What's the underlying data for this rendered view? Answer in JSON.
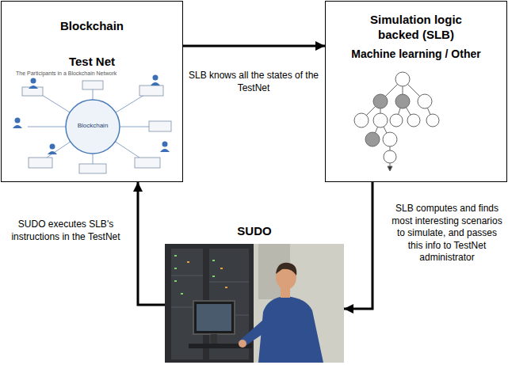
{
  "diagram": {
    "nodes": [
      {
        "text": [
          "Blockchain",
          "Test Net"
        ]
      },
      {
        "text": [
          "Simulation logic backed (SLB)",
          "Machine learning / Other"
        ]
      },
      {
        "text": [
          "SUDO"
        ]
      }
    ],
    "edges": [
      {
        "from": 0,
        "to": 1,
        "arrow": "to",
        "label": "SLB knows all the states of the TestNet"
      },
      {
        "from": 1,
        "to": 2,
        "arrow": "to",
        "label": "SLB computes and finds most interesting scenarios to simulate, and passes this info to TestNet administrator"
      },
      {
        "from": 2,
        "to": 0,
        "arrow": "to",
        "label": "SUDO executes SLB's instructions in the TestNet"
      }
    ],
    "labels": [
      "The Participants in a Blockchain Network",
      "Blockchain"
    ]
  }
}
